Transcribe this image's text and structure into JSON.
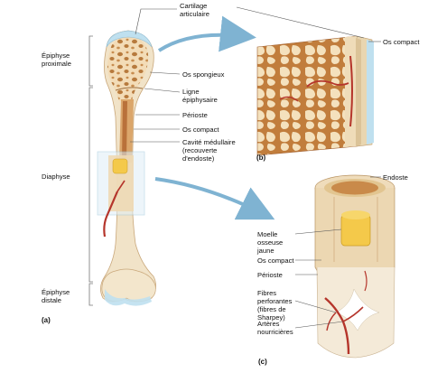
{
  "labels": {
    "cartilage": "Cartilage articulaire",
    "os_compact_b": "Os compact",
    "epiphyse_proximale": "Épiphyse proximale",
    "os_spongieux": "Os spongieux",
    "ligne_epiphysaire": "Ligne épiphysaire",
    "perioste": "Périoste",
    "os_compact_a": "Os compact",
    "cavite": "Cavité médullaire (recouverte d'endoste)",
    "diaphyse": "Diaphyse",
    "endoste": "Endoste",
    "moelle": "Moelle osseuse jaune",
    "os_compact_c": "Os compact",
    "perioste_c": "Périoste",
    "fibres": "Fibres perforantes (fibres de Sharpey)",
    "arteres": "Artères nourricières",
    "epiphyse_distale": "Épiphyse distale"
  },
  "panels": {
    "a": "(a)",
    "b": "(b)",
    "c": "(c)"
  },
  "colors": {
    "bone": "#f2e2c4",
    "spongy": "#c98a4a",
    "cartilage": "#bfe0ef",
    "marrow": "#f4c94a",
    "artery": "#b5352b",
    "arrow": "#7fb3d2"
  }
}
